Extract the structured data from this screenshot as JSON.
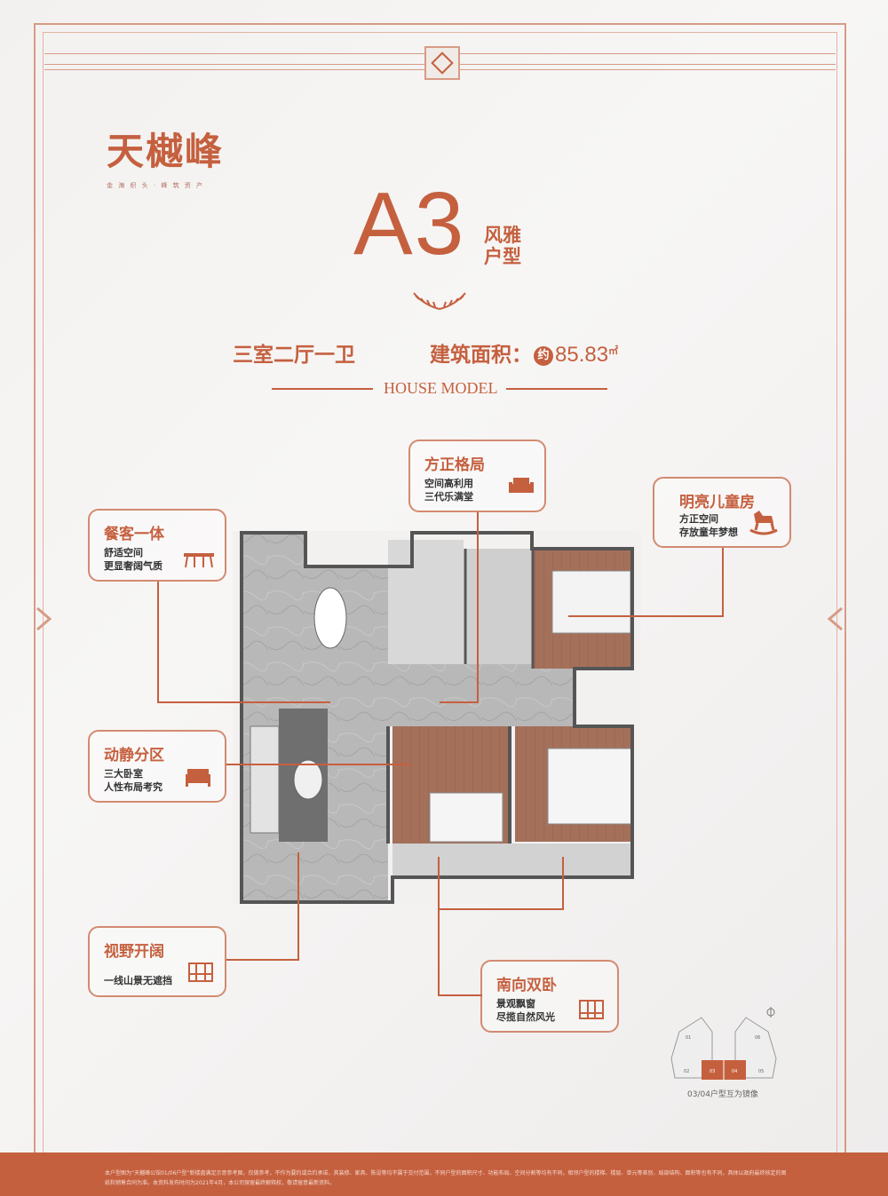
{
  "brand": {
    "name": "天樾峰",
    "tagline": "金 海 织 头 · 峰 筑 资 产"
  },
  "model": {
    "code": "A3",
    "name": "风雅户型"
  },
  "specs": {
    "layout": "三室二厅一卫",
    "area_label": "建筑面积：",
    "approx": "约",
    "area_value": "85.83",
    "area_unit": "㎡"
  },
  "house_model": "HOUSE MODEL",
  "callouts": {
    "square": {
      "title": "方正格局",
      "lines": [
        "空间高利用",
        "三代乐满堂"
      ],
      "icon": "sofa-icon"
    },
    "kids": {
      "title": "明亮儿童房",
      "lines": [
        "方正空间",
        "存放童年梦想"
      ],
      "icon": "rocking-horse-icon"
    },
    "dining": {
      "title": "餐客一体",
      "lines": [
        "舒适空间",
        "更显奢阔气质"
      ],
      "icon": "dining-table-icon"
    },
    "zoning": {
      "title": "动静分区",
      "lines": [
        "三大卧室",
        "人性布局考究"
      ],
      "icon": "bed-icon"
    },
    "view": {
      "title": "视野开阔",
      "lines": [
        "一线山景无遮挡"
      ],
      "icon": "balcony-icon"
    },
    "south": {
      "title": "南向双卧",
      "lines": [
        "景观飘窗",
        "尽揽自然风光"
      ],
      "icon": "window-icon"
    }
  },
  "minimap": {
    "caption": "03/04户型互为镜像",
    "units": [
      "01",
      "02",
      "03",
      "04",
      "05",
      "06"
    ]
  },
  "footer": {
    "disclaimer": "本户型图为“天樾峰公馆01/06户型”新楼盘满足示意参考图，仅做参考，不作为要约或合约承诺，其装修、家具、陈设等均不属于交付范围，不同户型的面积尺寸、功能布局、空间分割等均有不同，相邻户型的楼梯、楼层、单元等差别、局部结构、面积等也有不同，具体以政府最终核定的图纸和销售合同为准。本资料发布时间为2021年4月，本公司保留最终解释权，敬请留意最新资料。"
  },
  "colors": {
    "accent": "#c5603f",
    "border": "#d79b85",
    "footer": "#c5603f"
  }
}
